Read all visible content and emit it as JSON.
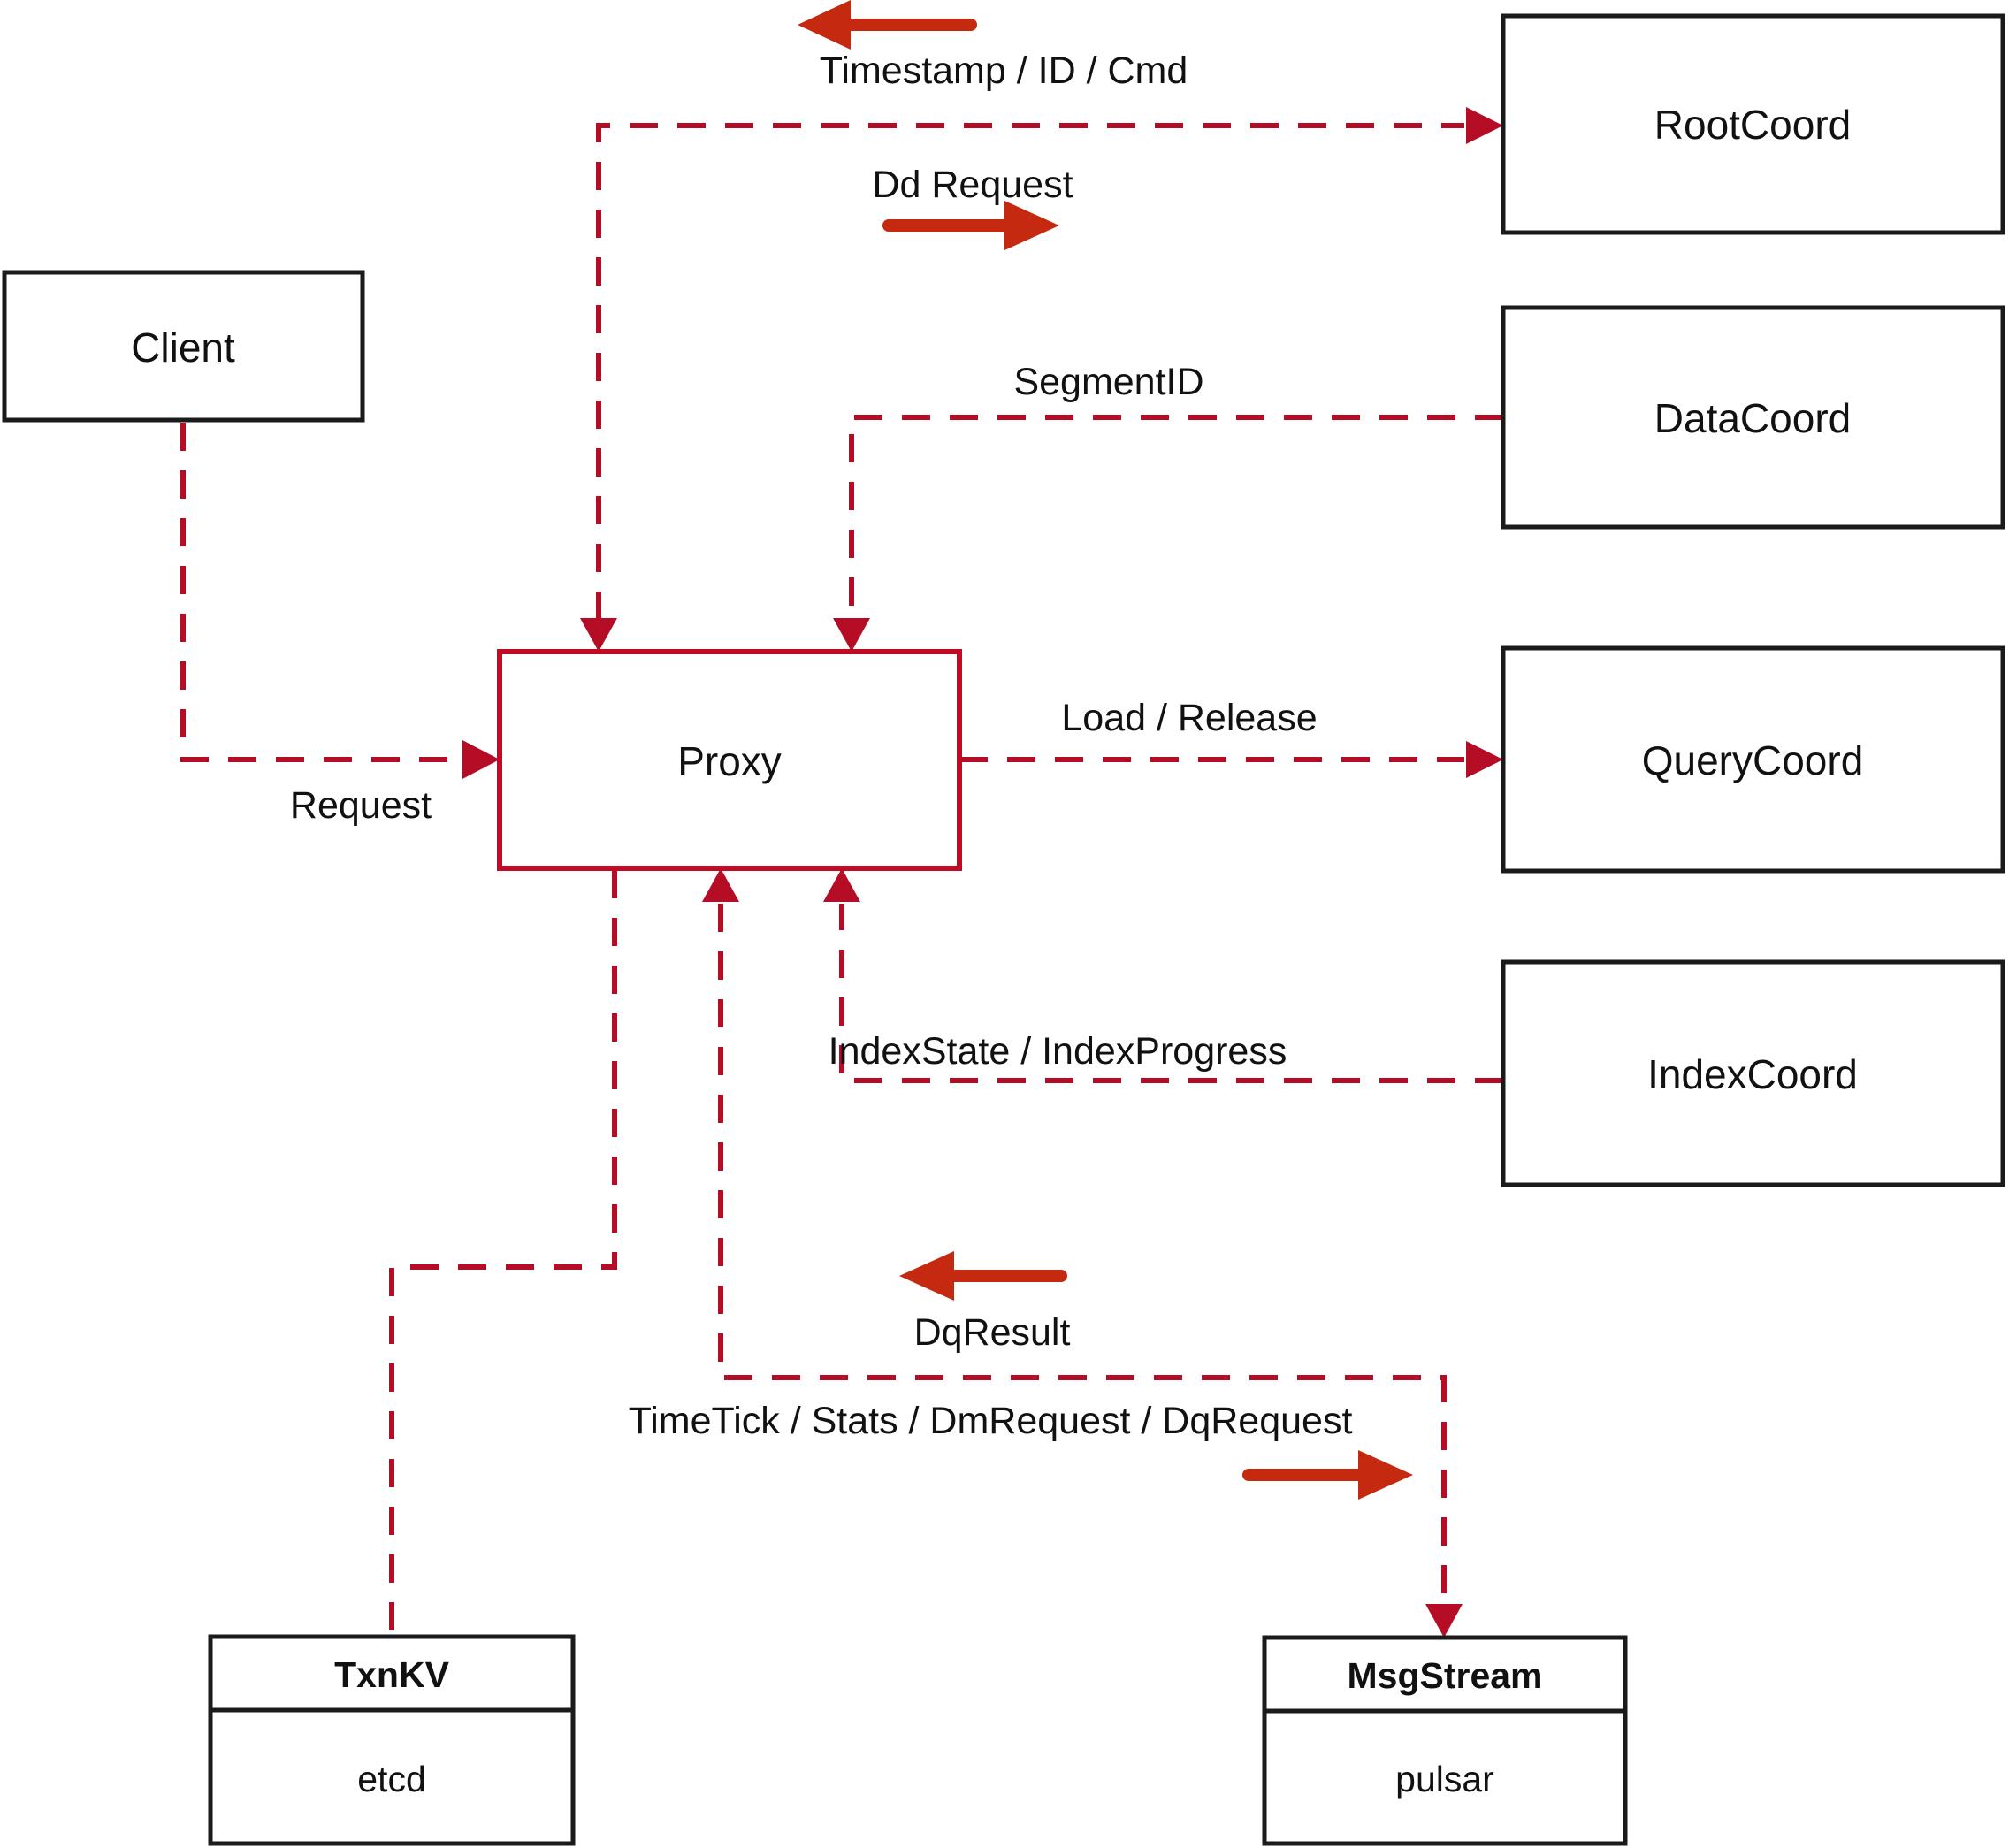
{
  "diagram": {
    "title": "Proxy interaction diagram",
    "nodes": {
      "client": {
        "label": "Client"
      },
      "proxy": {
        "label": "Proxy"
      },
      "root_coord": {
        "label": "RootCoord"
      },
      "data_coord": {
        "label": "DataCoord"
      },
      "query_coord": {
        "label": "QueryCoord"
      },
      "index_coord": {
        "label": "IndexCoord"
      },
      "txn_kv": {
        "title": "TxnKV",
        "impl": "etcd"
      },
      "msg_stream": {
        "title": "MsgStream",
        "impl": "pulsar"
      }
    },
    "edge_labels": {
      "timestamp": "Timestamp / ID / Cmd",
      "dd_request": "Dd Request",
      "segment_id": "SegmentID",
      "load_release": "Load / Release",
      "index_state": "IndexState / IndexProgress",
      "request": "Request",
      "dq_result": "DqResult",
      "time_tick": "TimeTick / Stats / DmRequest / DqRequest"
    },
    "colors": {
      "line": "#b50d25",
      "solid_arrow": "#c5290f",
      "proxy": "#c00b25",
      "box_border": "#1a1a1a",
      "text": "#111111",
      "background": "#ffffff"
    }
  }
}
